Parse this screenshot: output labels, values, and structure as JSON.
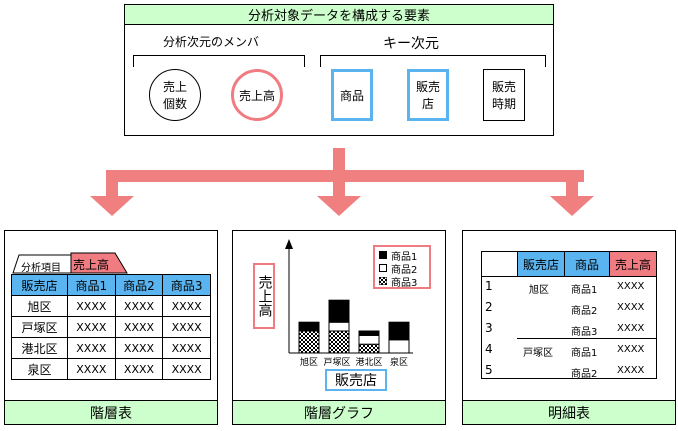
{
  "top": {
    "title": "分析対象データを構成する要素",
    "members_label": "分析次元のメンバ",
    "key_label": "キー次元",
    "nodes": [
      {
        "label_line1": "売上",
        "label_line2": "個数"
      },
      {
        "label_line1": "売上高"
      },
      {
        "label_line1": "商品"
      },
      {
        "label_line1": "販売",
        "label_line2": "店"
      },
      {
        "label_line1": "販売",
        "label_line2": "時期"
      }
    ]
  },
  "colors": {
    "pink": "#f07b80",
    "blue": "#5ab4f0",
    "green": "#ccffcc",
    "arrow": "#f08080"
  },
  "panel1": {
    "title": "階層表",
    "tab_items": "分析項目",
    "tab_sales": "売上高",
    "headers": [
      "販売店",
      "商品1",
      "商品2",
      "商品3"
    ],
    "rows": [
      {
        "store": "旭区",
        "cells": [
          "XXXX",
          "XXXX",
          "XXXX"
        ]
      },
      {
        "store": "戸塚区",
        "cells": [
          "XXXX",
          "XXXX",
          "XXXX"
        ]
      },
      {
        "store": "港北区",
        "cells": [
          "XXXX",
          "XXXX",
          "XXXX"
        ]
      },
      {
        "store": "泉区",
        "cells": [
          "XXXX",
          "XXXX",
          "XXXX"
        ]
      }
    ]
  },
  "panel2": {
    "title": "階層グラフ",
    "ylabel": "売上高",
    "xlabel": "販売店",
    "legend": [
      "商品1",
      "商品2",
      "商品3"
    ],
    "chart_data": {
      "type": "bar",
      "stacked": true,
      "categories": [
        "旭区",
        "戸塚区",
        "港北区",
        "泉区"
      ],
      "series": [
        {
          "name": "商品1",
          "values": [
            2,
            5,
            1,
            4
          ],
          "pattern": "solid-black"
        },
        {
          "name": "商品2",
          "values": [
            0,
            2,
            2,
            3
          ],
          "pattern": "white"
        },
        {
          "name": "商品3",
          "values": [
            5,
            5,
            2,
            0
          ],
          "pattern": "checker"
        }
      ]
    }
  },
  "panel3": {
    "title": "明細表",
    "headers": [
      "販売店",
      "商品",
      "売上高"
    ],
    "rows": [
      {
        "no": "1",
        "store": "旭区",
        "product": "商品1",
        "value": "XXXX"
      },
      {
        "no": "2",
        "store": "",
        "product": "商品2",
        "value": "XXXX"
      },
      {
        "no": "3",
        "store": "",
        "product": "商品3",
        "value": "XXXX"
      },
      {
        "no": "4",
        "store": "戸塚区",
        "product": "商品1",
        "value": "XXXX"
      },
      {
        "no": "5",
        "store": "",
        "product": "商品2",
        "value": "XXXX"
      }
    ]
  }
}
